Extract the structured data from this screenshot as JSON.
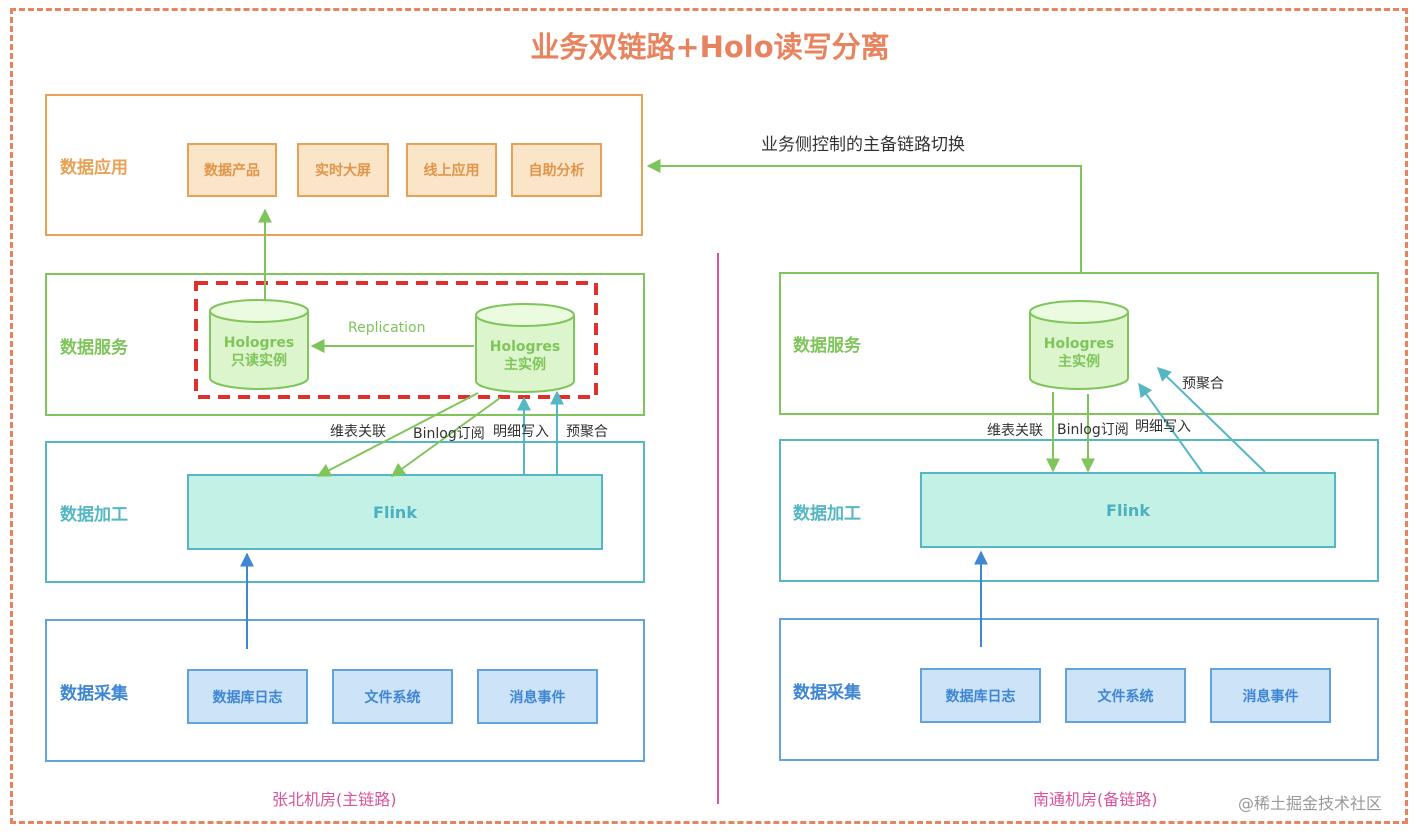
{
  "title": "业务双链路+Holo读写分离",
  "layers": {
    "app": "数据应用",
    "serving": "数据服务",
    "processing": "数据加工",
    "collect": "数据采集"
  },
  "app_tags": [
    "数据产品",
    "实时大屏",
    "线上应用",
    "自助分析"
  ],
  "collect_tags": [
    "数据库日志",
    "文件系统",
    "消息事件"
  ],
  "left": {
    "readonly_line1": "Hologres",
    "readonly_line2": "只读实例",
    "primary_line1": "Hologres",
    "primary_line2": "主实例",
    "replication": "Replication",
    "dim_join": "维表关联",
    "binlog": "Binlog订阅",
    "detail_write": "明细写入",
    "pre_agg": "预聚合",
    "flink": "Flink",
    "site": "张北机房(主链路)"
  },
  "right": {
    "primary_line1": "Hologres",
    "primary_line2": "主实例",
    "dim_join": "维表关联",
    "binlog": "Binlog订阅",
    "detail_write": "明细写入",
    "pre_agg": "预聚合",
    "flink": "Flink",
    "site": "南通机房(备链路)"
  },
  "switch_label": "业务侧控制的主备链路切换",
  "watermark": "@稀土掘金技术社区",
  "colors": {
    "accent_orange": "#e8835f",
    "app_orange": "#e8a155",
    "serving_green": "#7fc55b",
    "processing_teal": "#55b7c4",
    "collect_blue": "#62a2dd",
    "divider_pink": "#d9549c",
    "highlight_red": "#e0302b"
  }
}
